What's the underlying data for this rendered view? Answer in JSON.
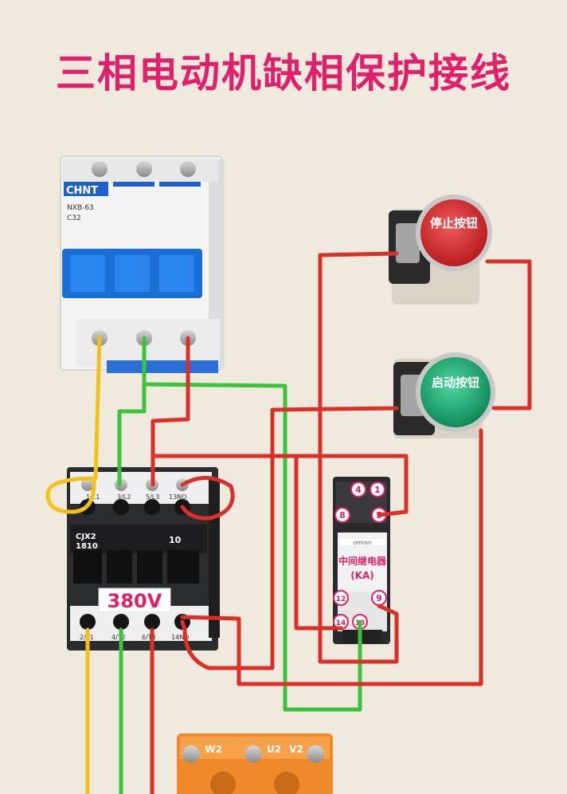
{
  "title": "三相电动机缺相保护接线",
  "breaker": {
    "brand": "CHNT",
    "model": "NXB-63",
    "rating": "C32"
  },
  "stop_button": {
    "label": "停止按钮"
  },
  "start_button": {
    "label": "启动按钮"
  },
  "contactor": {
    "model": "CJX2",
    "model_num": "1810",
    "aux_label": "10",
    "voltage": "380V",
    "top_terminals": [
      "1/L1",
      "3/L2",
      "5/L3",
      "13NO"
    ],
    "bottom_terminals": [
      "2/T1",
      "4/T2",
      "6/T3",
      "14NO"
    ]
  },
  "relay": {
    "name": "中间继电器",
    "code": "(KA)",
    "brand": "omron",
    "pins": {
      "p1": "1",
      "p4": "4",
      "p5": "5",
      "p8": "8",
      "p9": "9",
      "p12": "12",
      "p13": "13",
      "p14": "14"
    }
  },
  "motor": {
    "terminals": [
      "W2",
      "U2",
      "V2"
    ]
  },
  "colors": {
    "title": "#e0206a",
    "wire_red": "#d9302a",
    "wire_green": "#3cc23c",
    "wire_yellow": "#f2c21a",
    "stop": "#d6282c",
    "start": "#1fae74"
  }
}
